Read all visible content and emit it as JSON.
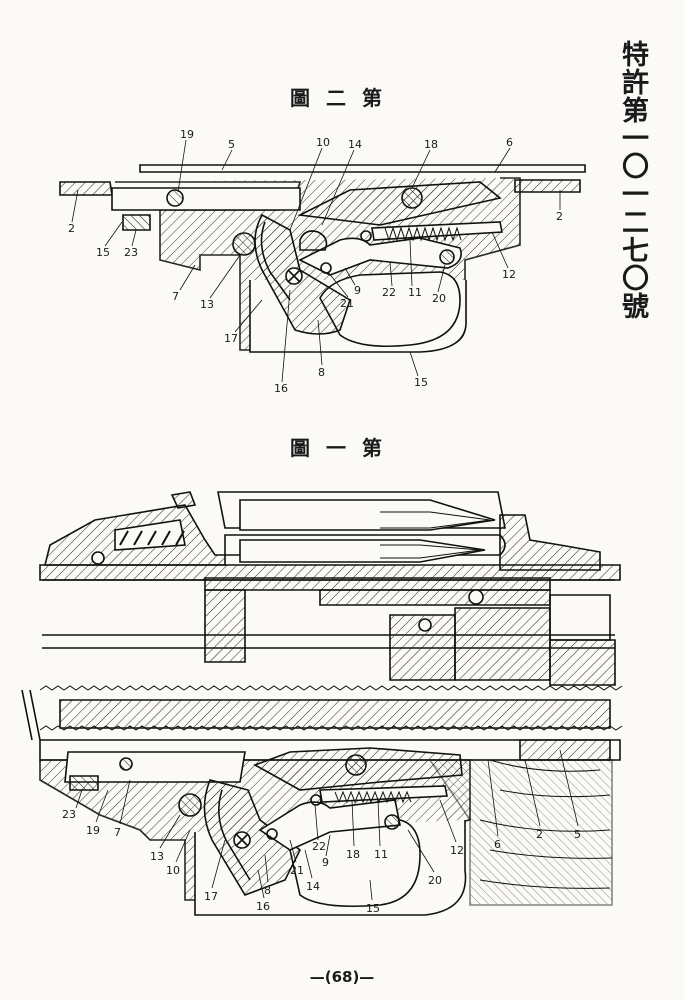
{
  "patent_title": "特許第一〇一二七〇號",
  "fig2": {
    "title": "圖二第",
    "labels": [
      "19",
      "5",
      "10",
      "14",
      "18",
      "6",
      "2",
      "2",
      "15",
      "23",
      "7",
      "13",
      "17",
      "16",
      "8",
      "15",
      "9",
      "21",
      "22",
      "11",
      "20",
      "12"
    ]
  },
  "fig1": {
    "title": "圖一第",
    "labels": [
      "23",
      "19",
      "7",
      "13",
      "10",
      "17",
      "16",
      "8",
      "21",
      "14",
      "22",
      "9",
      "18",
      "11",
      "15",
      "20",
      "12",
      "6",
      "2",
      "5"
    ]
  },
  "page_number": "68"
}
